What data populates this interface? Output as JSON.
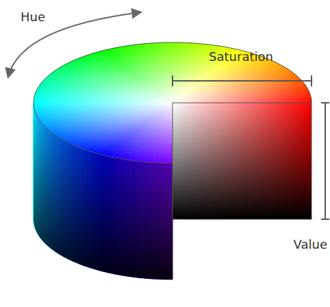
{
  "diagram": {
    "labels": [
      "Hue",
      "Saturation",
      "Value"
    ]
  }
}
